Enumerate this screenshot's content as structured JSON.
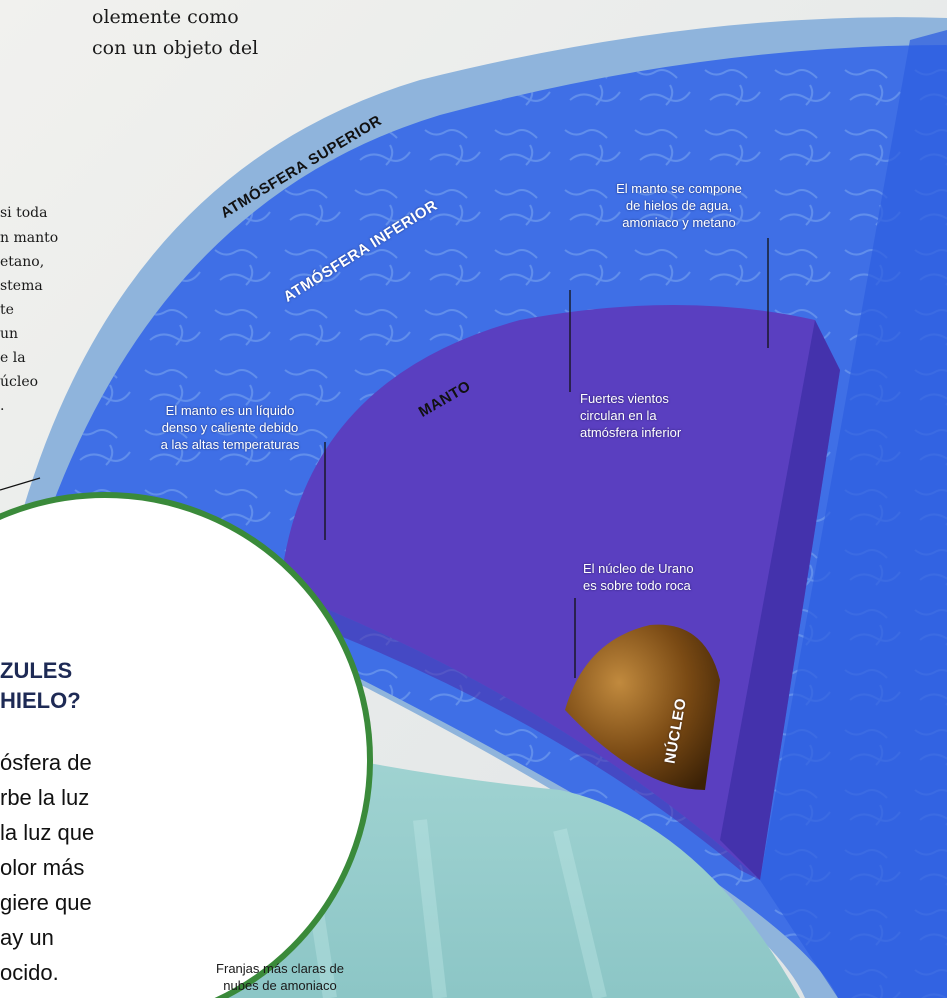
{
  "intro_text": {
    "lines": [
      "olemente como",
      "con un objeto del"
    ]
  },
  "side_text": {
    "lines": [
      "si toda",
      "n manto",
      "etano,",
      "stema",
      "te",
      "un",
      "e la",
      "úcleo",
      "."
    ]
  },
  "layers": {
    "upper_atmosphere": "ATMÓSFERA SUPERIOR",
    "lower_atmosphere": "ATMÓSFERA INFERIOR",
    "mantle": "MANTO",
    "core": "NÚCLEO"
  },
  "annotations": {
    "mantle_composition": [
      "El manto se compone",
      "de hielos de agua,",
      "amoniaco y metano"
    ],
    "mantle_liquid": [
      "El manto es un líquido",
      "denso y caliente debido",
      "a las altas temperaturas"
    ],
    "winds": [
      "Fuertes vientos",
      "circulan en la",
      "atmósfera inferior"
    ],
    "core_rock": [
      "El núcleo de Urano",
      "es sobre todo roca"
    ],
    "bands": [
      "Franjas más claras de",
      "nubes de amoniaco"
    ]
  },
  "bubble": {
    "question": [
      "ZULES",
      "HIELO?"
    ],
    "answer": [
      "ósfera de",
      "rbe la luz",
      "la luz que",
      "olor más",
      "giere que",
      "ay un",
      "ocido."
    ]
  },
  "colors": {
    "upper_atmosphere": "#8fb4dc",
    "lower_atmosphere": "#3f6fe6",
    "mantle": "#5a3fc0",
    "core": "#7a4a14",
    "bubble_border": "#3a8a3a"
  }
}
